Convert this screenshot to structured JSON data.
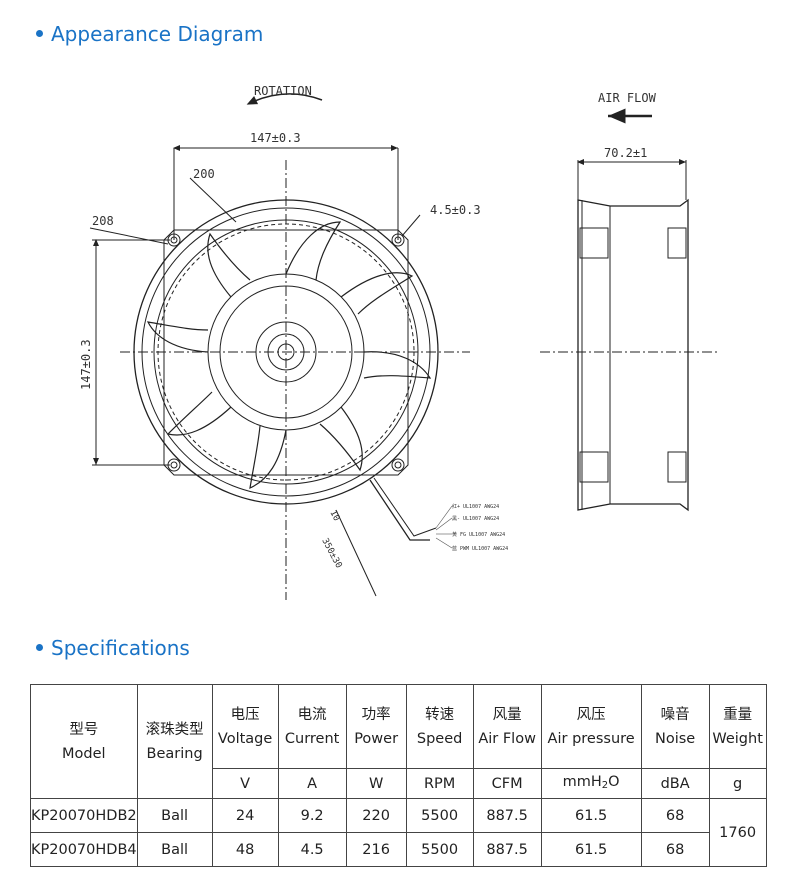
{
  "sections": {
    "appearance_title": "Appearance Diagram",
    "spec_title": "Specifications"
  },
  "drawing": {
    "rotation_label": "ROTATION",
    "airflow_label": "AIR FLOW",
    "dim_width": "147±0.3",
    "dim_height": "147±0.3",
    "dim_depth": "70.2±1",
    "dim_hole": "4.5±0.3",
    "dim_200": "200",
    "dim_208": "208",
    "lead_len_1": "10",
    "lead_len_2": "350±30",
    "wire_labels": [
      "红+ UL1007 AWG24",
      "黑- UL1007 AWG24",
      "黄 FG UL1007 AWG24",
      "蓝 PWM UL1007 AWG24"
    ]
  },
  "table": {
    "headers": [
      {
        "cn": "型号",
        "en": "Model"
      },
      {
        "cn": "滚珠类型",
        "en": "Bearing"
      },
      {
        "cn": "电压",
        "en": "Voltage"
      },
      {
        "cn": "电流",
        "en": "Current"
      },
      {
        "cn": "功率",
        "en": "Power"
      },
      {
        "cn": "转速",
        "en": "Speed"
      },
      {
        "cn": "风量",
        "en": "Air Flow"
      },
      {
        "cn": "风压",
        "en": "Air pressure"
      },
      {
        "cn": "噪音",
        "en": "Noise"
      },
      {
        "cn": "重量",
        "en": "Weight"
      }
    ],
    "units": {
      "voltage": "V",
      "current": "A",
      "power": "W",
      "speed": "RPM",
      "airflow": "CFM",
      "pressure_base": "mmH",
      "pressure_sub": "2",
      "pressure_tail": "O",
      "noise": "dBA",
      "weight": "g"
    },
    "rows": [
      {
        "model": "KP20070HDB2",
        "bearing": "Ball",
        "voltage": "24",
        "current": "9.2",
        "power": "220",
        "speed": "5500",
        "airflow": "887.5",
        "pressure": "61.5",
        "noise": "68"
      },
      {
        "model": "KP20070HDB4",
        "bearing": "Ball",
        "voltage": "48",
        "current": "4.5",
        "power": "216",
        "speed": "5500",
        "airflow": "887.5",
        "pressure": "61.5",
        "noise": "68"
      }
    ],
    "weight": "1760"
  }
}
